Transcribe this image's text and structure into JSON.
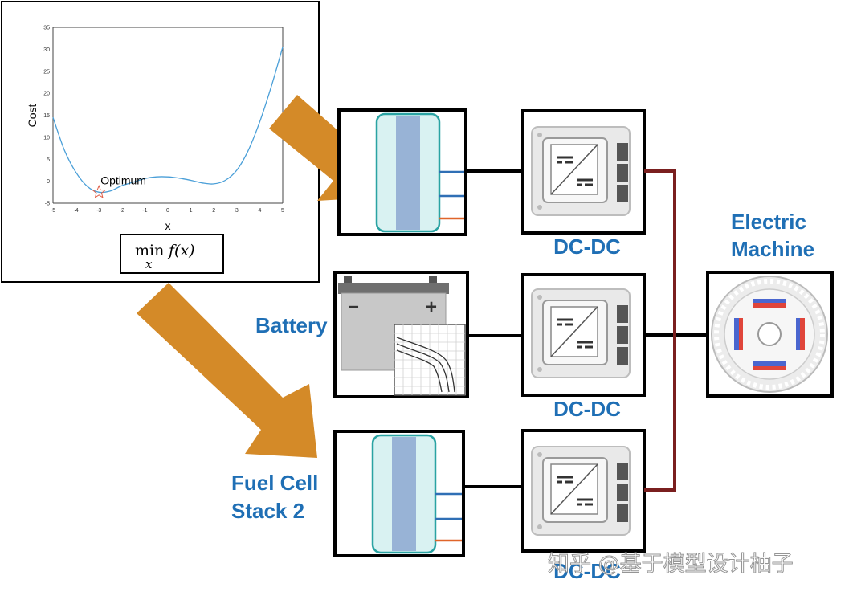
{
  "labels": {
    "dcdc_top": "DC-DC",
    "dcdc_mid": "DC-DC",
    "dcdc_bot": "DC-DC",
    "electric_machine_line1": "Electric",
    "electric_machine_line2": "Machine",
    "battery": "Battery",
    "fuel_cell_line1": "Fuel Cell",
    "fuel_cell_line2": "Stack 2",
    "watermark": "知乎 @基于模型设计柚子",
    "formula_main": "min",
    "formula_sub": "x",
    "formula_func": "f(x)"
  },
  "chart_data": {
    "type": "line",
    "title": "",
    "xlabel": "x",
    "ylabel": "Cost",
    "xlim": [
      -5,
      5
    ],
    "ylim": [
      -5,
      35
    ],
    "xticks": [
      -5,
      -4,
      -3,
      -2,
      -1,
      0,
      1,
      2,
      3,
      4,
      5
    ],
    "yticks": [
      -5,
      0,
      5,
      10,
      15,
      20,
      25,
      30,
      35
    ],
    "series": [
      {
        "x": [
          -5,
          -4.5,
          -4,
          -3.5,
          -3,
          -2.5,
          -2,
          -1.5,
          -1,
          -0.5,
          0,
          0.5,
          1,
          1.5,
          2,
          2.5,
          3,
          3.5,
          4,
          4.5,
          5
        ],
        "y": [
          14.5,
          7.0,
          2.0,
          -1.2,
          -2.5,
          -2.2,
          -1.0,
          -0.2,
          0.6,
          1.0,
          1.0,
          0.7,
          0.2,
          -0.4,
          -0.6,
          0.2,
          2.5,
          7.0,
          13.5,
          21.5,
          30.5
        ]
      }
    ],
    "annotation": {
      "text": "Optimum",
      "x": -3,
      "y": -2.5
    },
    "grid": false
  },
  "colors": {
    "arrow": "#d48a28",
    "label_blue": "#1f6fb5",
    "bus_wire": "#7a1f1f",
    "curve": "#4a9fd8"
  }
}
